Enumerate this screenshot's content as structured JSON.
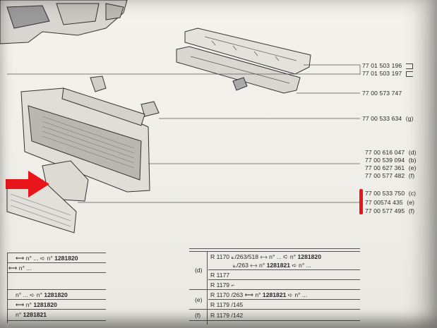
{
  "part_numbers": [
    {
      "label": "77 01 503 196",
      "glyph": "flag-right-icon"
    },
    {
      "label": "77 01 503 197",
      "glyph": "flag-left-icon"
    },
    {
      "label": "77 00 573 747"
    },
    {
      "label": "77 00 533 634",
      "code": "(g)"
    },
    {
      "label": "77 00 616 047",
      "code": "(d)"
    },
    {
      "label": "77 00 539 094",
      "code": "(b)"
    },
    {
      "label": "77 00 627 361",
      "code": "(e)"
    },
    {
      "label": "77 00 577 482",
      "code": "(f)"
    },
    {
      "label": "77 00 533 750",
      "code": "(c)"
    },
    {
      "label": "77 00574 435",
      "code": "(e)"
    },
    {
      "label": "77 00 577 495",
      "code": "(f)"
    }
  ],
  "table_left": {
    "rows": [
      {
        "text": "n° ...",
        "serial_prefix": "n°",
        "serial": "1281820"
      },
      {
        "text": "n° ...",
        "serial_prefix": "",
        "serial": ""
      },
      {
        "text": "n° ...",
        "serial_prefix": "n°",
        "serial": "1281820"
      },
      {
        "text": "",
        "serial_prefix": "n°",
        "serial": "1281820"
      },
      {
        "text": "",
        "serial_prefix": "n°",
        "serial": "1281821"
      }
    ]
  },
  "table_right": {
    "rows": [
      {
        "model": "R 1170",
        "ref": "/263/518",
        "from": "n° ...",
        "to": "n°",
        "serial": "1281820"
      },
      {
        "model": "",
        "ref": "/263",
        "from": "n°",
        "to": "1281821",
        "serial": "n° ..."
      },
      {
        "model": "R 1177",
        "ref": "",
        "from": "",
        "to": "",
        "serial": ""
      },
      {
        "model": "R 1179",
        "ref": "",
        "from": "",
        "to": "",
        "serial": ""
      },
      {
        "model": "R 1170",
        "ref": "/263",
        "from": "n°",
        "to": "1281821",
        "serial": "n° ..."
      },
      {
        "model": "R 1179",
        "ref": "/145",
        "from": "",
        "to": "",
        "serial": ""
      },
      {
        "model": "R 1179",
        "ref": "/142",
        "from": "",
        "to": "",
        "serial": ""
      }
    ],
    "variants": [
      "(d)",
      "(e)",
      "(f)"
    ]
  },
  "colors": {
    "highlight": "#e8161b",
    "ink": "#2a2a2a",
    "paper": "#f2f0ea"
  }
}
